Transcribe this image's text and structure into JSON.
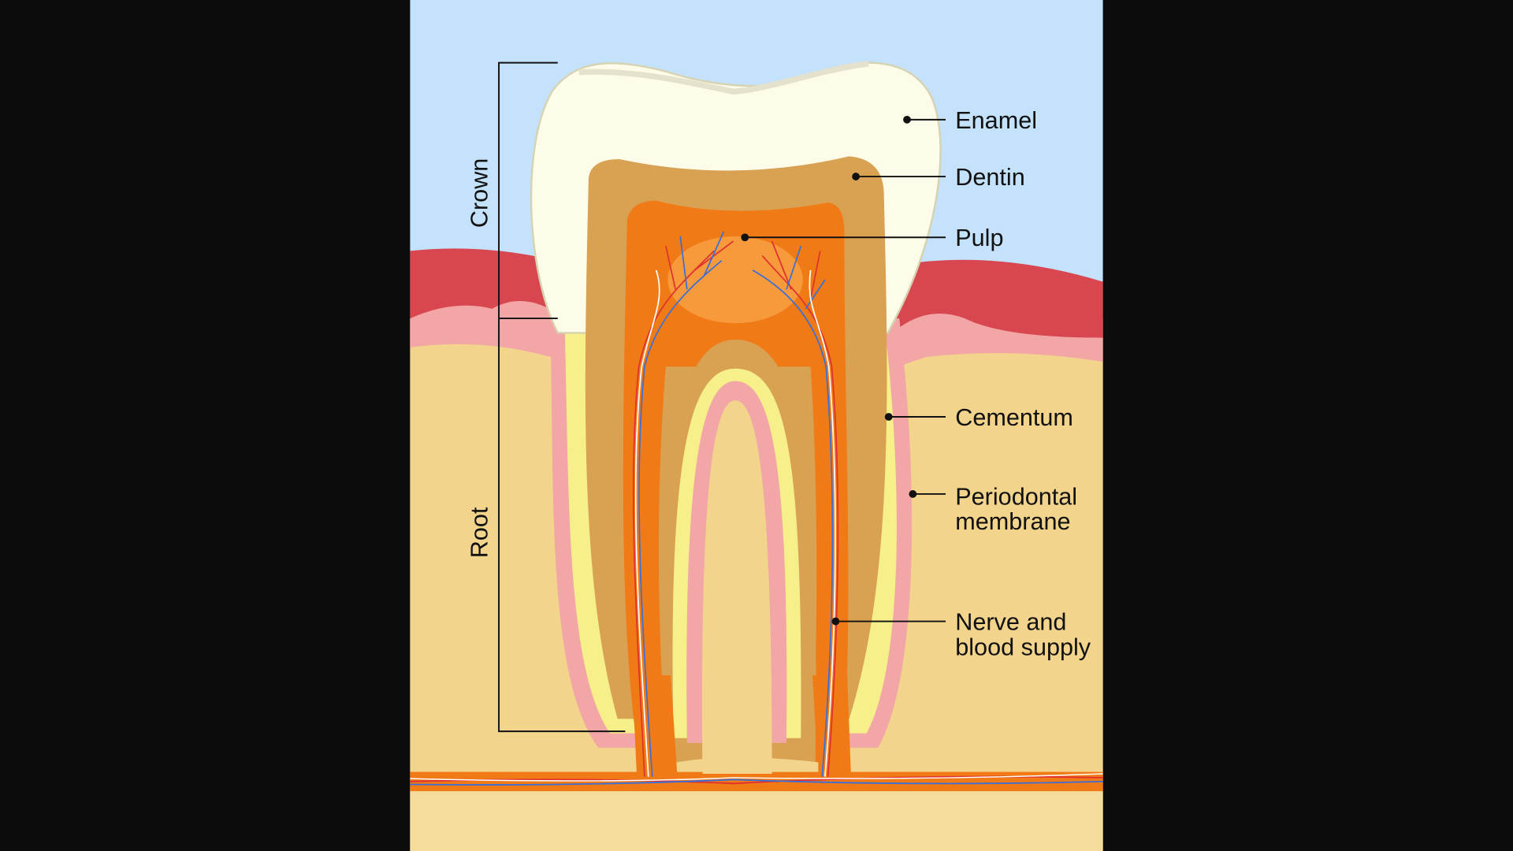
{
  "diagram": {
    "bracket_labels": {
      "crown": "Crown",
      "root": "Root"
    },
    "labels": {
      "enamel": "Enamel",
      "dentin": "Dentin",
      "pulp": "Pulp",
      "cementum": "Cementum",
      "periodontal_1": "Periodontal",
      "periodontal_2": "membrane",
      "nerve_1": "Nerve and",
      "nerve_2": "blood supply"
    },
    "colors": {
      "background": "#0c0c0c",
      "sky": "#c4e2fb",
      "bone": "#f3d48c",
      "gum": "#d8474f",
      "membrane": "#f2a6a6",
      "cementum": "#f7ef8a",
      "dentin": "#d9a152",
      "pulp": "#f07a16",
      "enamel": "#fdfce9"
    }
  }
}
